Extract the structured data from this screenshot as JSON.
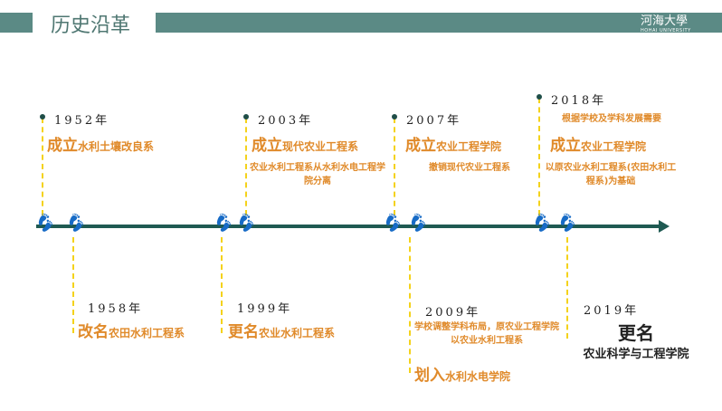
{
  "header": {
    "title": "历史沿革",
    "logo_text": "河海大學",
    "logo_sub": "HOHAI UNIVERSITY"
  },
  "colors": {
    "band": "#5b8a85",
    "axis": "#1f5a52",
    "accent": "#e08a2a",
    "footprint": "#f2b519"
  },
  "events": [
    {
      "year": "1952年",
      "lead": "成立",
      "text": "水利土壤改良系"
    },
    {
      "year": "1958年",
      "lead": "改名",
      "text": "农田水利工程系"
    },
    {
      "year": "1999年",
      "lead": "更名",
      "text": "农业水利工程系"
    },
    {
      "year": "2003年",
      "lead": "成立",
      "text": "现代农业工程系",
      "note": "农业水利工程系从水利水电工程学院分离"
    },
    {
      "year": "2007年",
      "lead": "成立",
      "text": "农业工程学院",
      "note": "撤销现代农业工程系"
    },
    {
      "year": "2009年",
      "lead": "划入",
      "text": "水利水电学院",
      "note": "学校调整学科布局，原农业工程学院以农业水利工程系"
    },
    {
      "year": "2018年",
      "lead": "成立",
      "text": "农业工程学院",
      "note": "以原农业水利工程系(农田水利工程系)为基础",
      "pre": "根据学校及学科发展需要"
    },
    {
      "year": "2019年",
      "lead": "更名",
      "text": "农业科学与工程学院"
    }
  ]
}
